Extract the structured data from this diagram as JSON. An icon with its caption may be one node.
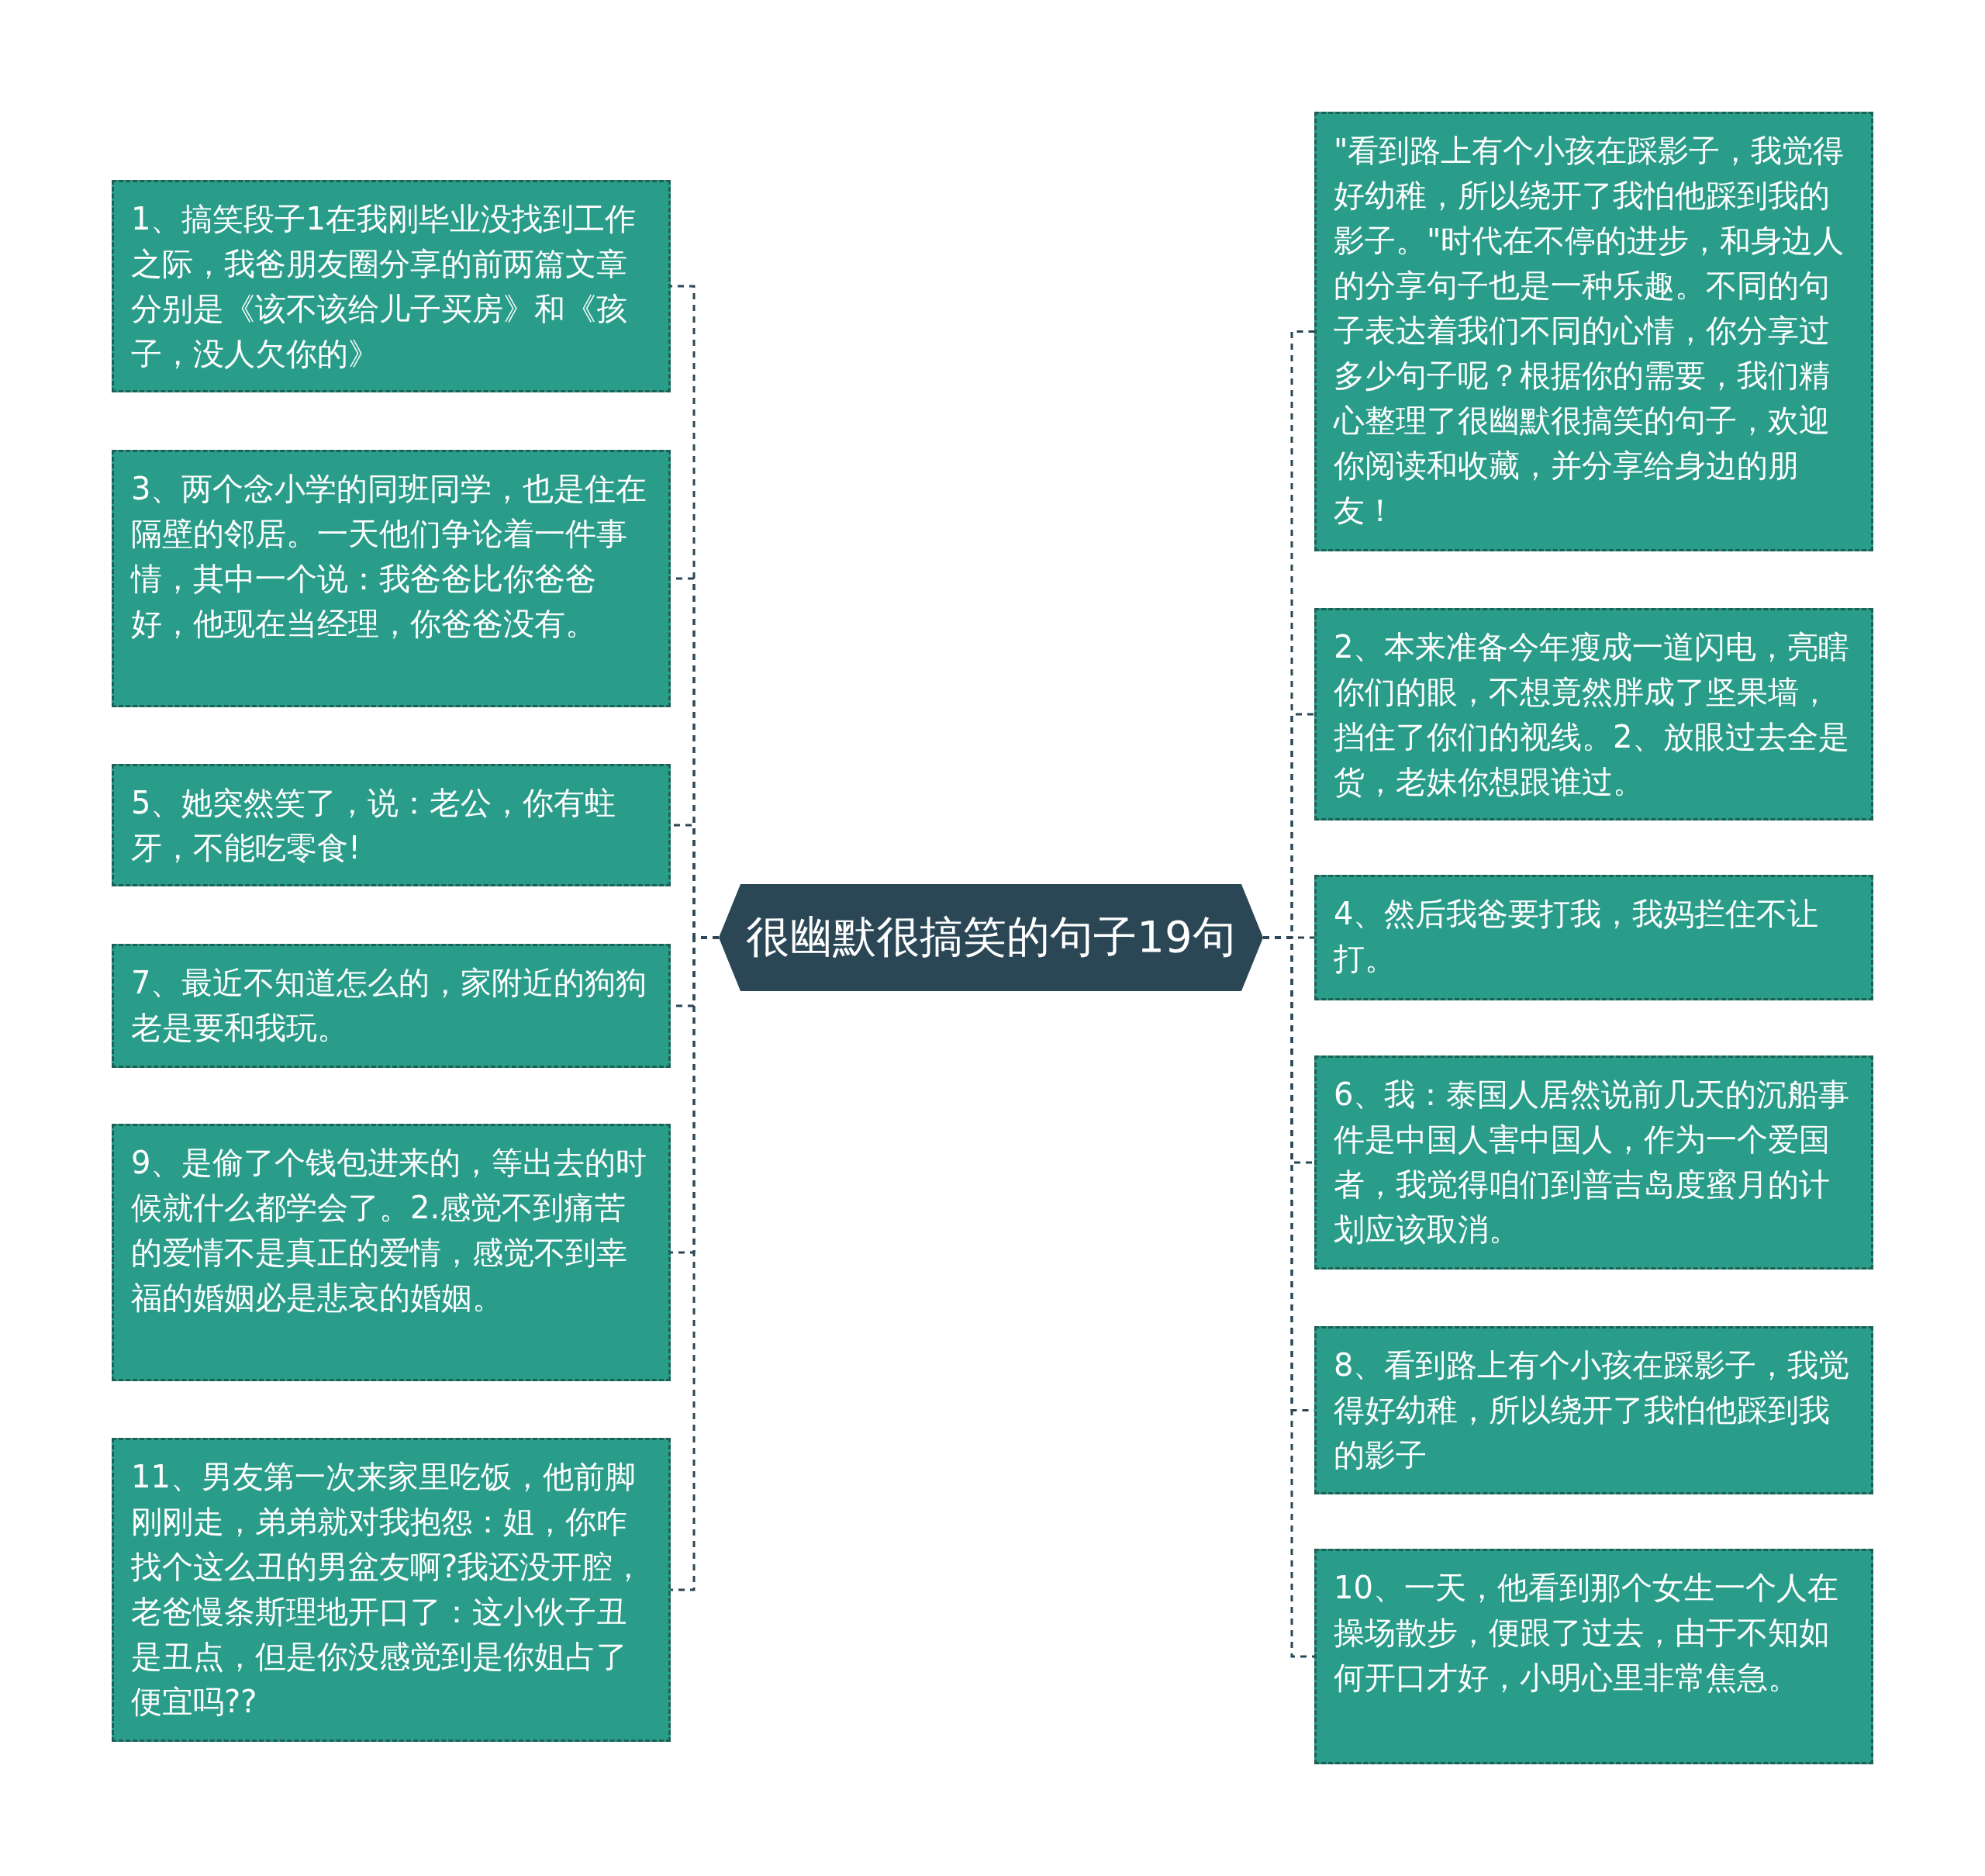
{
  "diagram": {
    "nodes": [
      {
        "text": [
          "很幽默很搞笑的句子19句"
        ]
      },
      {
        "text": [
          "1、搞笑段子1在我刚毕业没找到工作之际，我爸朋友圈分享的前两篇文章分别是《该不该给儿子买房》和《孩子，没人欠你的》"
        ]
      },
      {
        "text": [
          "3、两个念小学的同班同学，也是住在隔壁的邻居。一天他们争论着一件事情，其中一个说：我爸爸比你爸爸好，他现在当经理，你爸爸没有。"
        ]
      },
      {
        "text": [
          "5、她突然笑了，说：老公，你有蛀牙，不能吃零食!"
        ]
      },
      {
        "text": [
          "7、最近不知道怎么的，家附近的狗狗老是要和我玩。"
        ]
      },
      {
        "text": [
          "9、是偷了个钱包进来的，等出去的时候就什么都学会了。2.感觉不到痛苦的爱情不是真正的爱情，感觉不到幸福的婚姻必是悲哀的婚姻。"
        ]
      },
      {
        "text": [
          "11、男友第一次来家里吃饭，他前脚刚刚走，弟弟就对我抱怨：姐，你咋找个这么丑的男盆友啊?我还没开腔，老爸慢条斯理地开口了：这小伙子丑是丑点，但是你没感觉到是你姐占了便宜吗??"
        ]
      },
      {
        "text": [
          "\"看到路上有个小孩在踩影子，我觉得好幼稚，所以绕开了我怕他踩到我的影子。\"时代在不停的进步，和身边人的分享句子也是一种乐趣。不同的句子表达着我们不同的心情，你分享过多少句子呢？根据你的需要，我们精心整理了很幽默很搞笑的句子，欢迎你阅读和收藏，并分享给身边的朋友！"
        ]
      },
      {
        "text": [
          "2、本来准备今年瘦成一道闪电，亮瞎你们的眼，不想竟然胖成了坚果墙，挡住了你们的视线。2、放眼过去全是货，老妹你想跟谁过。"
        ]
      },
      {
        "text": [
          "4、然后我爸要打我，我妈拦住不让打。"
        ]
      },
      {
        "text": [
          "6、我：泰国人居然说前几天的沉船事件是中国人害中国人，作为一个爱国者，我觉得咱们到普吉岛度蜜月的计划应该取消。"
        ]
      },
      {
        "text": [
          "8、看到路上有个小孩在踩影子，我觉得好幼稚，所以绕开了我怕他踩到我的影子"
        ]
      },
      {
        "text": [
          "10、一天，他看到那个女生一个人在操场散步，便跟了过去，由于不知如何开口才好，小明心里非常焦急。"
        ]
      }
    ],
    "edges": [
      {
        "from": 0,
        "to": 1,
        "arrow": "none"
      },
      {
        "from": 0,
        "to": 2,
        "arrow": "none"
      },
      {
        "from": 0,
        "to": 3,
        "arrow": "none"
      },
      {
        "from": 0,
        "to": 4,
        "arrow": "none"
      },
      {
        "from": 0,
        "to": 5,
        "arrow": "none"
      },
      {
        "from": 0,
        "to": 6,
        "arrow": "none"
      },
      {
        "from": 0,
        "to": 7,
        "arrow": "none"
      },
      {
        "from": 0,
        "to": 8,
        "arrow": "none"
      },
      {
        "from": 0,
        "to": 9,
        "arrow": "none"
      },
      {
        "from": 0,
        "to": 10,
        "arrow": "none"
      },
      {
        "from": 0,
        "to": 11,
        "arrow": "none"
      },
      {
        "from": 0,
        "to": 12,
        "arrow": "none"
      }
    ]
  }
}
